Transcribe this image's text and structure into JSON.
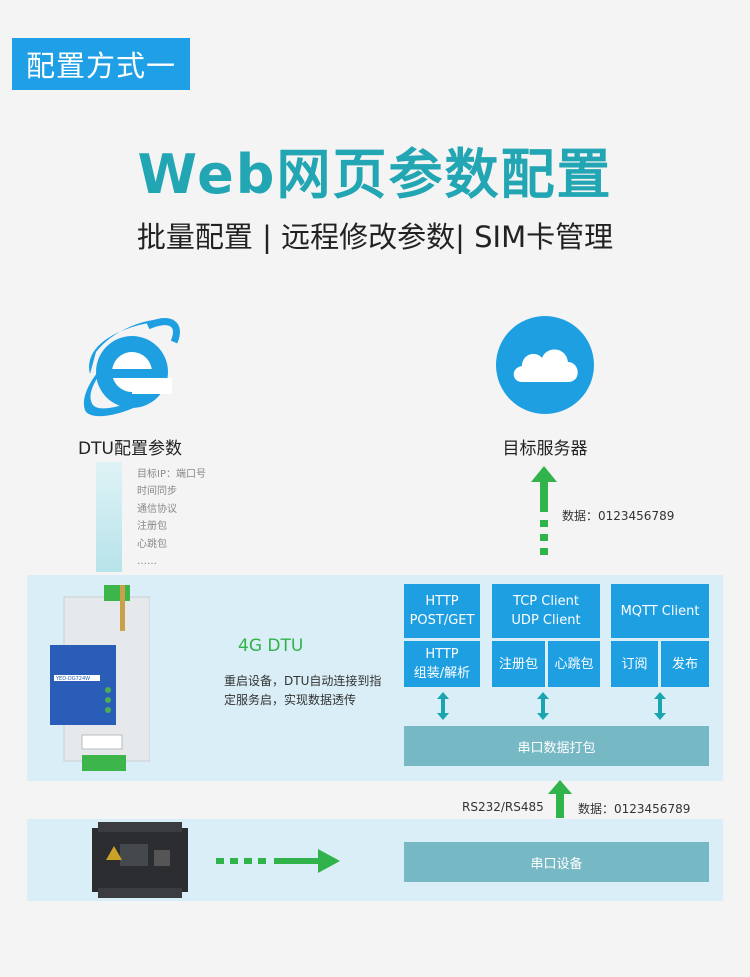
{
  "badge": "配置方式一",
  "title": "Web网页参数配置",
  "subtitle": "批量配置 | 远程修改参数| SIM卡管理",
  "left": {
    "icon": "ie-browser-icon",
    "label": "DTU配置参数",
    "params": [
      "目标IP：端口号",
      "时间同步",
      "通信协议",
      "注册包",
      "心跳包",
      "……"
    ]
  },
  "right": {
    "icon": "cloud-icon",
    "label": "目标服务器",
    "data_label": "数据：0123456789"
  },
  "dtu": {
    "title": "4G DTU",
    "desc": "重启设备，DTU自动连接到指定服务启，实现数据透传",
    "device_model": "YED-DG724W",
    "boxes": {
      "http_top": "HTTP\nPOST/GET",
      "tcp_udp": "TCP Client\nUDP Client",
      "mqtt": "MQTT Client",
      "http_bottom": "HTTP\n组装/解析",
      "register": "注册包",
      "heartbeat": "心跳包",
      "subscribe": "订阅",
      "publish": "发布",
      "serial_pack": "串口数据打包"
    }
  },
  "serial": {
    "rs_label": "RS232/RS485",
    "data_label": "数据：0123456789",
    "device_box": "串口设备"
  },
  "colors": {
    "accent_blue": "#1e9fe2",
    "title_teal": "#23a6b3",
    "green_arrow": "#2fb34a",
    "band": "#d9eef6",
    "gray_box": "#76b8c4"
  }
}
